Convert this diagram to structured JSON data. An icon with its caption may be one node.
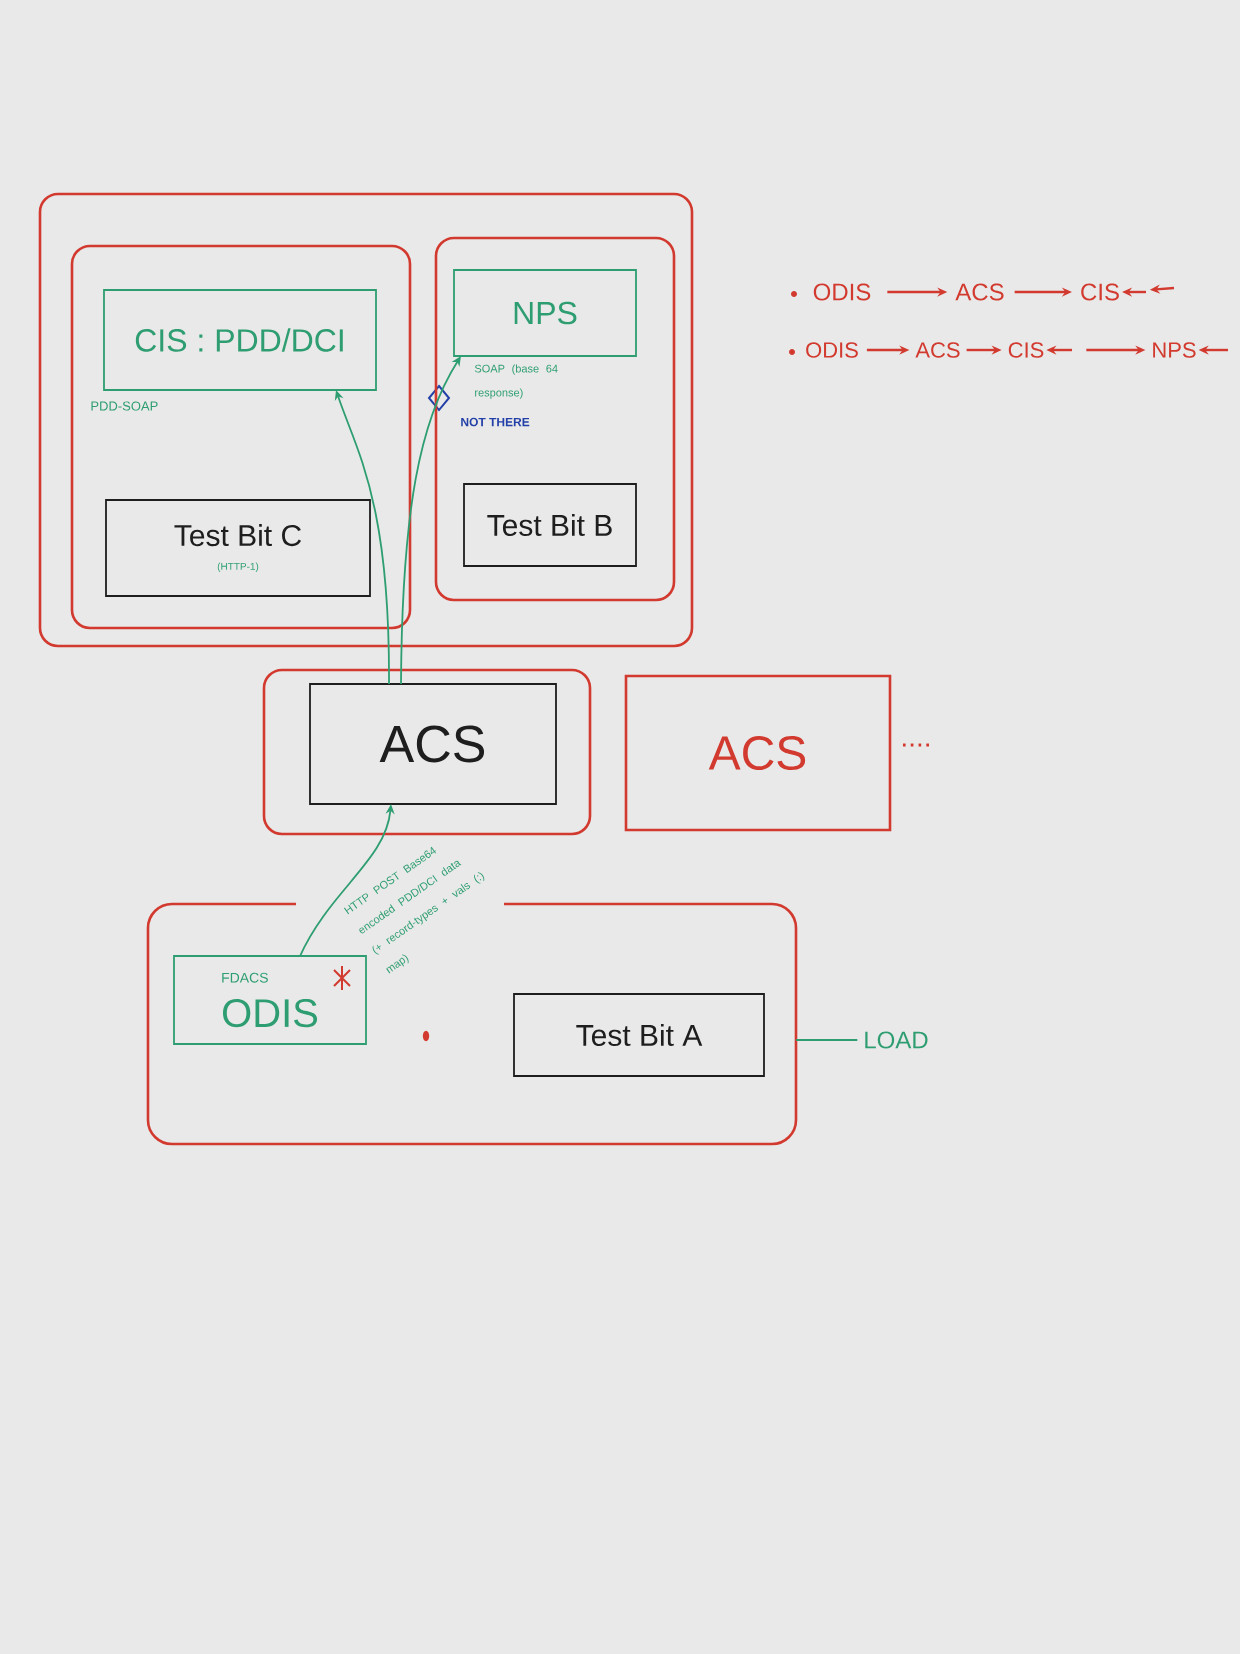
{
  "diagram": {
    "nodes": [
      {
        "text": [],
        "shape": "box"
      },
      {
        "text": [],
        "shape": "box",
        "in": 0
      },
      {
        "text": [
          "CIS : PDD/DCI"
        ],
        "in": 1,
        "beside": [
          "PDD-SOAP"
        ]
      },
      {
        "text": [
          "Test Bit C",
          "(HTTP-1)"
        ],
        "in": 1
      },
      {
        "text": [],
        "shape": "box",
        "in": 0
      },
      {
        "text": [
          "NPS"
        ],
        "in": 4
      },
      {
        "text": [
          "Test Bit B"
        ],
        "in": 4
      },
      {
        "text": [],
        "shape": "box"
      },
      {
        "text": [
          "ACS"
        ],
        "in": 7
      },
      {
        "text": [
          "ACS"
        ],
        "beside": [
          "...."
        ]
      },
      {
        "text": [],
        "shape": "box"
      },
      {
        "text": [
          "FDACS",
          "ODIS"
        ],
        "in": 10
      },
      {
        "text": [
          "Test Bit A"
        ],
        "in": 10
      },
      {
        "text": [
          "LOAD"
        ]
      },
      {
        "text": [
          "ODIS"
        ]
      },
      {
        "text": [
          "ACS"
        ]
      },
      {
        "text": [
          "CIS"
        ]
      },
      {
        "text": [
          "ODIS"
        ]
      },
      {
        "text": [
          "ACS"
        ]
      },
      {
        "text": [
          "CIS"
        ]
      },
      {
        "text": [
          "NPS"
        ]
      }
    ],
    "edges": [
      {
        "from": 11,
        "to": 8,
        "arrow": "to",
        "label": "HTTP POST Base64 encoded PDD/DCI data (+ record-types + vals (:) map)",
        "color": "#2e9e72"
      },
      {
        "from": 8,
        "to": 2,
        "arrow": "to",
        "color": "#2e9e72"
      },
      {
        "from": 8,
        "to": 5,
        "arrow": "to",
        "label": "SOAP (base 64 response)",
        "color": "#2e9e72"
      },
      {
        "from": 10,
        "to": 13,
        "arrow": "none",
        "color": "#2e9e72"
      },
      {
        "from": 14,
        "to": 15,
        "arrow": "to"
      },
      {
        "from": 15,
        "to": 16,
        "arrow": "to"
      },
      {
        "from": null,
        "to": 16,
        "arrow": "to"
      },
      {
        "from": null,
        "to": 16,
        "arrow": "to"
      },
      {
        "from": 17,
        "to": 18,
        "arrow": "to"
      },
      {
        "from": 18,
        "to": 19,
        "arrow": "to"
      },
      {
        "from": null,
        "to": 19,
        "arrow": "to"
      },
      {
        "from": 19,
        "to": 20,
        "arrow": "to"
      },
      {
        "from": null,
        "to": 20,
        "arrow": "to"
      }
    ],
    "labels": [
      "NOT THERE"
    ]
  }
}
